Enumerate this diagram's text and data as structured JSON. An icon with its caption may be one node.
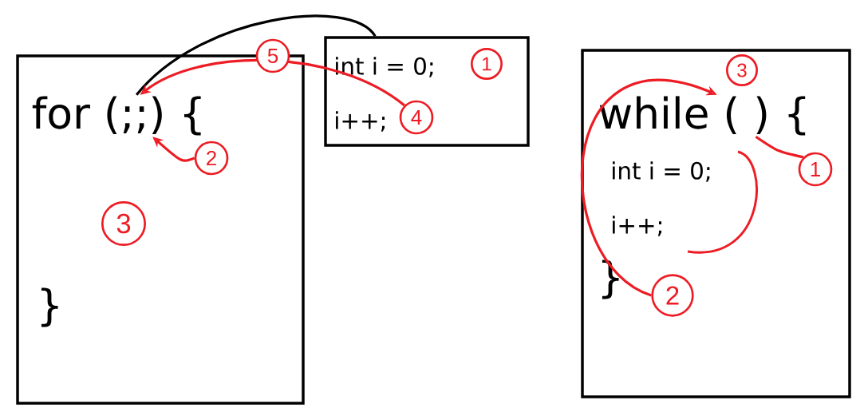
{
  "diagram": {
    "nodes": [
      {
        "text": [],
        "shape": "box"
      },
      {
        "text": [
          "for (;;) {"
        ],
        "in": 0
      },
      {
        "text": [
          "2"
        ],
        "in": 0
      },
      {
        "text": [
          "3"
        ],
        "in": 0
      },
      {
        "text": [
          "int i = 0;",
          "i++;"
        ]
      },
      {
        "text": [
          "1"
        ],
        "in": 4
      },
      {
        "text": [
          "4"
        ],
        "in": 4
      },
      {
        "text": [],
        "shape": "box"
      },
      {
        "text": [
          "3"
        ],
        "in": 7
      },
      {
        "text": [
          "while ( ) {"
        ],
        "in": 7
      },
      {
        "text": [
          "1"
        ],
        "in": 7
      },
      {
        "text": [
          "2"
        ],
        "in": 7
      }
    ],
    "edges": [
      {
        "from": 1,
        "to": 4,
        "arrow": "none",
        "color": "#000000"
      },
      {
        "from": 6,
        "to": 1,
        "arrow": "to",
        "label": "5"
      },
      {
        "from": 2,
        "to": 1,
        "arrow": "to"
      },
      {
        "from": 10,
        "to": 9,
        "arrow": "none"
      },
      {
        "from": 11,
        "to": 9,
        "arrow": "to"
      }
    ],
    "labels": [
      "}",
      "int i = 0;",
      "i++;",
      "}"
    ]
  }
}
